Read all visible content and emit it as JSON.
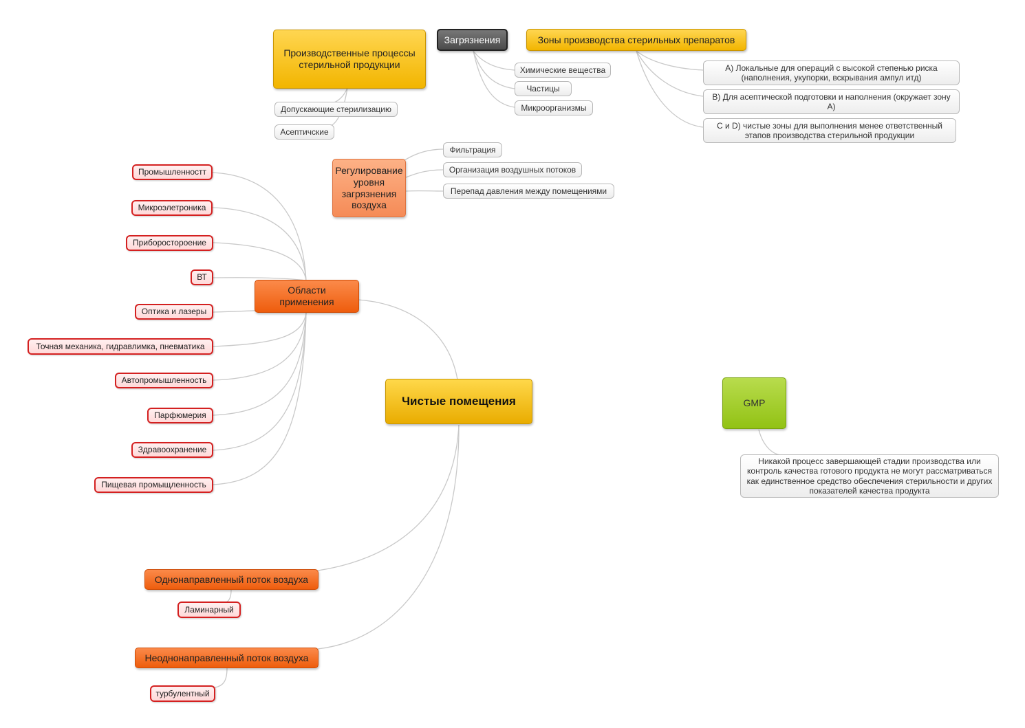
{
  "central": "Чистые помещения",
  "applications": {
    "title": "Области применения",
    "items": [
      "Промышленностт",
      "Микроэлетроника",
      "Приборостороение",
      "ВТ",
      "Оптика и лазеры",
      "Точная механика, гидравлимка, пневматика",
      "Автопромышленность",
      "Парфюмерия",
      "Здравоохранение",
      "Пищевая промыщленность"
    ]
  },
  "laminar": {
    "title": "Однонаправленный поток воздуха",
    "items": [
      "Ламинарный"
    ]
  },
  "turbulent": {
    "title": "Неоднонаправленный поток воздуха",
    "items": [
      "турбулентный"
    ]
  },
  "production": {
    "title": "Производственные процессы стерильной продукции",
    "items": [
      "Допускающие стерилизацию",
      "Асептичские"
    ]
  },
  "contamination": {
    "title": "Загрязнения",
    "items": [
      "Химические вещества",
      "Частицы",
      "Микроорганизмы"
    ]
  },
  "zones": {
    "title": "Зоны производства стерильных препаратов",
    "items": [
      "А) Локальные для операций с высокой степенью риска (наполнения, укупорки, вскрывания ампул итд)",
      "В) Для асептической подготовки и наполнения (окружает зону А)",
      "С и D)  чистые зоны для выполнения менее ответственный этапов производства стерильной продукции"
    ]
  },
  "regulation": {
    "title": "Регулирование уровня загрязнения воздуха",
    "items": [
      "Фильтрация",
      "Организация воздушных потоков",
      "Перепад давления между помещениями"
    ]
  },
  "gmp": {
    "title": "GMP",
    "note": "Никакой процесс завершающей стадии производства или контроль качества готового продукта не могут рассматриваться как единственное средство обеспечения стерильности и других показателей качества продукта"
  }
}
